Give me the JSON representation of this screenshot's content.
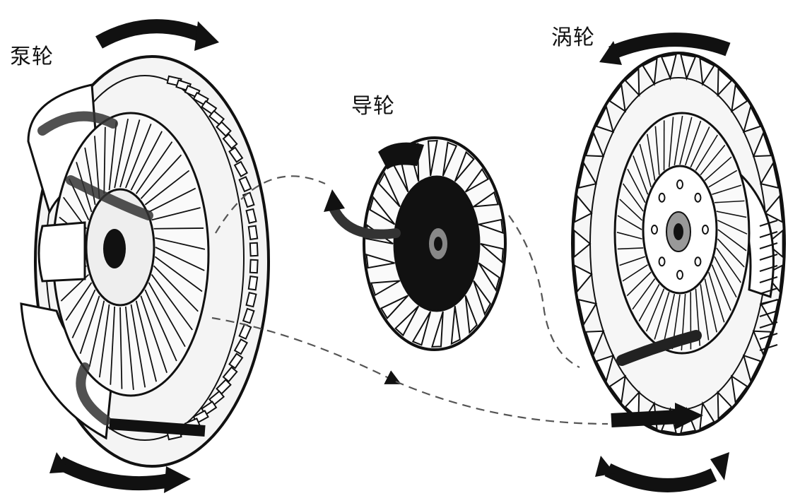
{
  "labels": {
    "pump": "泵轮",
    "stator": "导轮",
    "turbine": "涡轮"
  },
  "colors": {
    "ink": "#111111",
    "dark_fill": "#1a1a1a",
    "mid_gray": "#7a7a7a",
    "light_gray": "#d9d9d9",
    "background": "#ffffff"
  },
  "icons": [
    "rotation-arrow-icon",
    "flow-arrow-icon"
  ]
}
